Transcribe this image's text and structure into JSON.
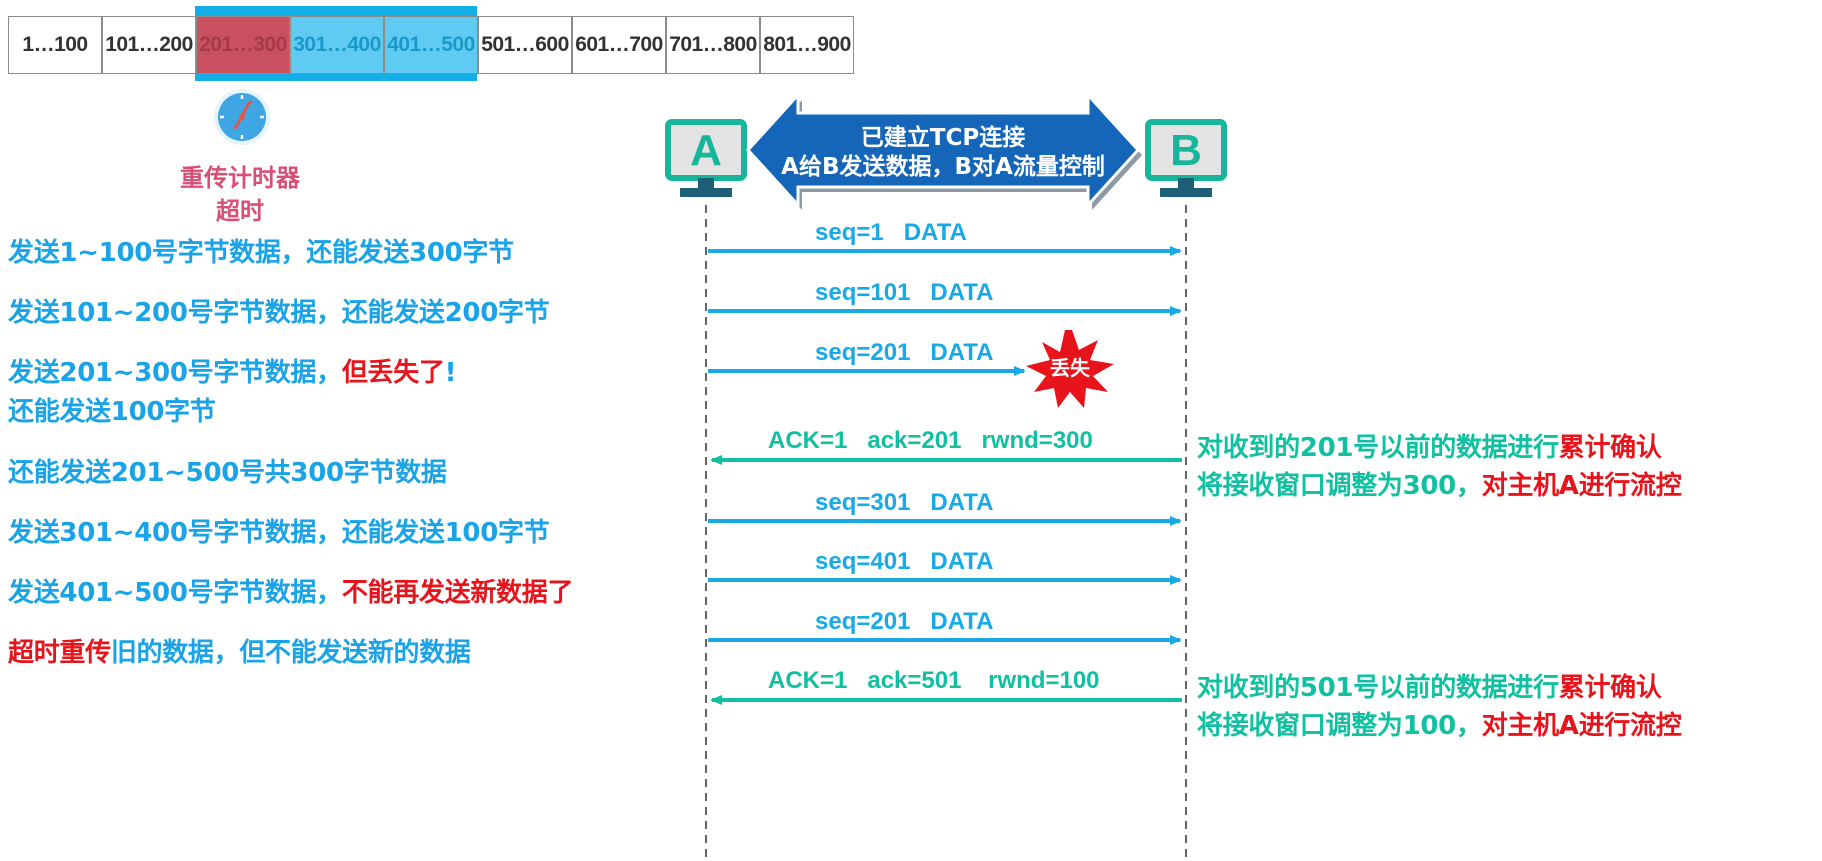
{
  "buffer": {
    "cells": [
      {
        "label": "1…100",
        "state": "sent"
      },
      {
        "label": "101…200",
        "state": "sent"
      },
      {
        "label": "201…300",
        "state": "lost"
      },
      {
        "label": "301…400",
        "state": "window"
      },
      {
        "label": "401…500",
        "state": "window"
      },
      {
        "label": "501…600",
        "state": "normal"
      },
      {
        "label": "601…700",
        "state": "normal"
      },
      {
        "label": "701…800",
        "state": "normal"
      },
      {
        "label": "801…900",
        "state": "normal"
      }
    ]
  },
  "timer": {
    "line1": "重传计时器",
    "line2": "超时"
  },
  "hosts": {
    "a": "A",
    "b": "B"
  },
  "connection": {
    "line1": "已建立TCP连接",
    "line2": "A给B发送数据，B对A流量控制"
  },
  "messages": [
    {
      "label": "seq=1   DATA",
      "dir": "a_to_b",
      "color": "#18a9e6"
    },
    {
      "label": "seq=101   DATA",
      "dir": "a_to_b",
      "color": "#18a9e6"
    },
    {
      "label": "seq=201   DATA",
      "dir": "a_to_b_lost",
      "color": "#18a9e6"
    },
    {
      "label": "ACK=1   ack=201   rwnd=300",
      "dir": "b_to_a",
      "color": "#10c0a0"
    },
    {
      "label": "seq=301   DATA",
      "dir": "a_to_b",
      "color": "#18a9e6"
    },
    {
      "label": "seq=401   DATA",
      "dir": "a_to_b",
      "color": "#18a9e6"
    },
    {
      "label": "seq=201   DATA",
      "dir": "a_to_b",
      "color": "#18a9e6"
    },
    {
      "label": "ACK=1   ack=501    rwnd=100",
      "dir": "b_to_a",
      "color": "#10c0a0"
    }
  ],
  "lost_label": "丢失",
  "steps": {
    "s1": "发送1~100号字节数据，还能发送300字节",
    "s2": "发送101~200号字节数据，还能发送200字节",
    "s3a": "发送201~300号字节数据，",
    "s3b": "但丢失了",
    "s3c": "!",
    "s3d": "还能发送100字节",
    "s4": "还能发送201~500号共300字节数据",
    "s5": "发送301~400号字节数据，还能发送100字节",
    "s6a": "发送401~500号字节数据，",
    "s6b": "不能再发送新数据了",
    "s7a": "超时重传",
    "s7b": "旧的数据，但不能发送新的数据"
  },
  "notes": {
    "n1a": "对收到的201号以前的数据进行",
    "n1b": "累计确认",
    "n2a": "将接收窗口调整为300，",
    "n2b": "对主机A进行流控",
    "n3a": "对收到的501号以前的数据进行",
    "n3b": "累计确认",
    "n4a": "将接收窗口调整为100，",
    "n4b": "对主机A进行流控"
  },
  "colors": {
    "sender_text": "#1aa3e6",
    "receiver_text": "#10c0a0",
    "highlight": "#e8141b",
    "arrow_banner": "#1565b8",
    "host_border": "#16b69a",
    "lost_cell": "#c9505e",
    "window_cell": "#5fcbf2"
  }
}
